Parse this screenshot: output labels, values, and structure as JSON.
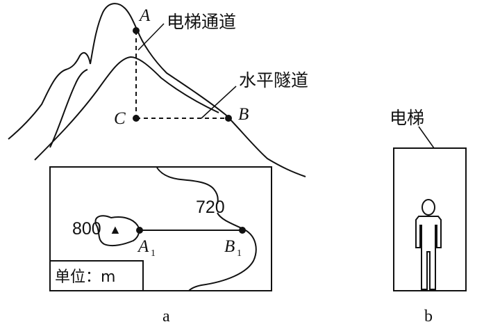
{
  "mountain_figure": {
    "point_a": "A",
    "point_b": "B",
    "point_c": "C",
    "elevator_shaft_label": "电梯通道",
    "horizontal_tunnel_label": "水平隧道"
  },
  "contour_map": {
    "contour_outer_value": "720",
    "contour_inner_value": "800",
    "point_a1": "A",
    "point_a1_sub": "1",
    "point_b1": "B",
    "point_b1_sub": "1",
    "unit_label": "单位：m",
    "peak_marker": "▲"
  },
  "elevator_figure": {
    "title": "电梯"
  },
  "captions": {
    "figure_a": "a",
    "figure_b": "b"
  }
}
